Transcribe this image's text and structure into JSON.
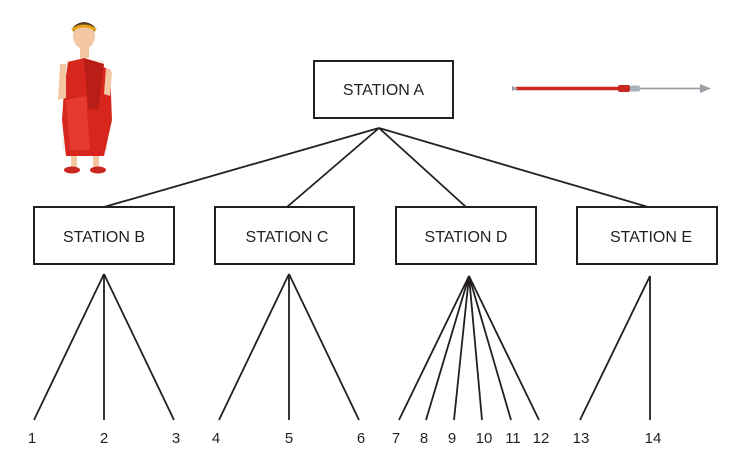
{
  "diagram": {
    "root": {
      "id": "A",
      "label": "STATION A"
    },
    "stations": [
      {
        "id": "B",
        "label": "STATION B",
        "leaves": [
          "1",
          "2",
          "3"
        ]
      },
      {
        "id": "C",
        "label": "STATION C",
        "leaves": [
          "4",
          "5",
          "6"
        ]
      },
      {
        "id": "D",
        "label": "STATION D",
        "leaves": [
          "7",
          "8",
          "9",
          "10",
          "11",
          "12"
        ]
      },
      {
        "id": "E",
        "label": "STATION E",
        "leaves": [
          "13",
          "14"
        ]
      }
    ]
  },
  "illustrations": {
    "figure": "roman-senator-illustration",
    "object": "spear-illustration",
    "colors": {
      "toga": "#d7261e",
      "tunic": "#f4efe6",
      "skin": "#f3c7a2",
      "laurel": "#e2a21a",
      "spear_shaft": "#c8281f",
      "spear_tip": "#9aa0a6"
    }
  },
  "colors": {
    "line": "#231f20",
    "box_fill": "#ffffff",
    "background": "#ffffff"
  }
}
